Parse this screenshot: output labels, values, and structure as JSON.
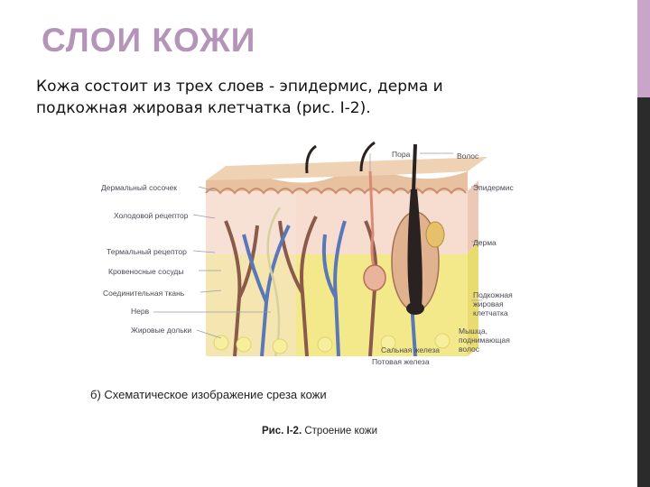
{
  "slide": {
    "title": "СЛОИ КОЖИ",
    "paragraph": "Кожа состоит из трех слоев - эпидермис, дерма и подкожная жировая клетчатка (рис. I-2)."
  },
  "figure": {
    "labels_left": [
      "Дермальный сосочек",
      "Холодовой рецептор",
      "Термальный рецептор",
      "Кровеносные сосуды",
      "Соединительная ткань",
      "Нерв",
      "Жировые дольки"
    ],
    "labels_top": [
      "Пора",
      "Волос"
    ],
    "labels_right": [
      "Эпидермис",
      "Дерма",
      "Подкожная жировая клетчатка"
    ],
    "labels_bottom": [
      "Мышца, поднимающая волос",
      "Сальная железа",
      "Потовая железа"
    ],
    "subcaption": "б) Схематическое изображение среза кожи",
    "caption_label": "Рис. I-2.",
    "caption_text": "Строение кожи"
  },
  "colors": {
    "title": "#b494b8",
    "accent_bar": "#c9a6c9",
    "side_bar": "#2b2b2b"
  }
}
